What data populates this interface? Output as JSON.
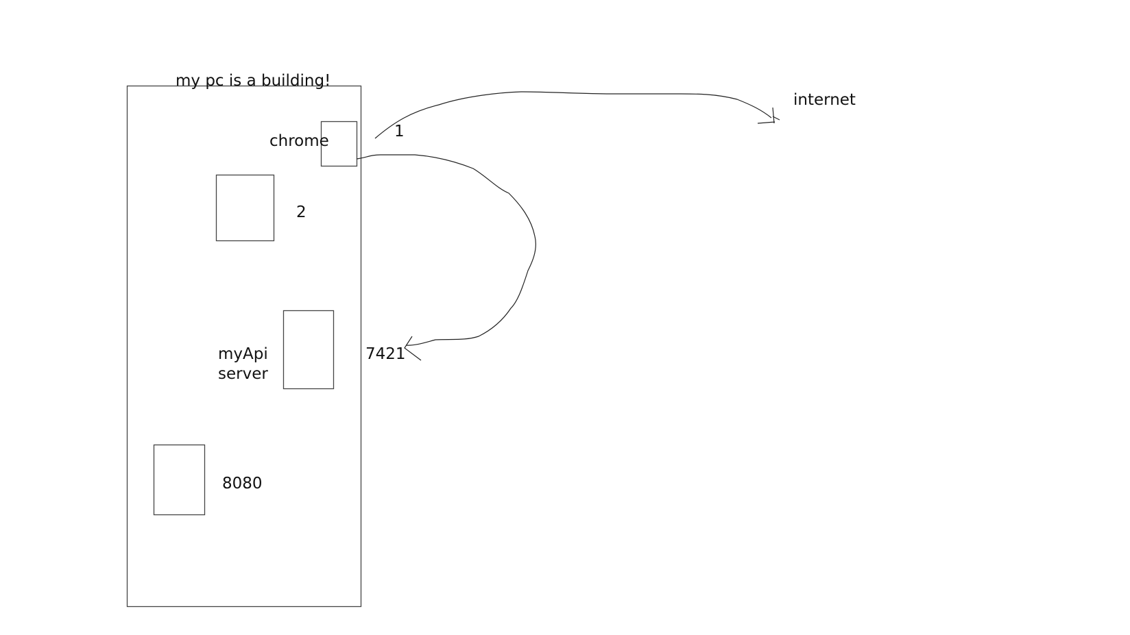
{
  "diagram": {
    "title": "my pc is a building!",
    "chrome_label": "chrome",
    "step_one": "1",
    "step_two": "2",
    "myapi_label": "myApi",
    "server_label": "server",
    "port_api": "7421",
    "port_other": "8080",
    "internet_label": "internet"
  }
}
